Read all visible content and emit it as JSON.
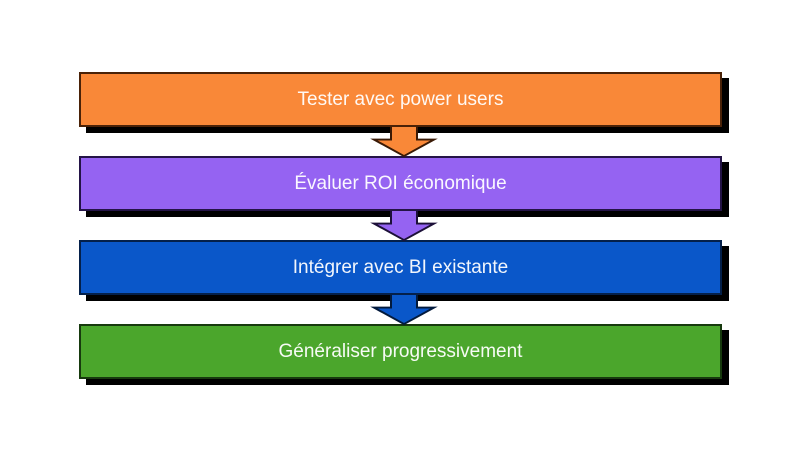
{
  "diagram": {
    "type": "vertical-process-flow",
    "background_color": "#FFFFFF",
    "shadow_color": "#000000",
    "text_color": "#FFFFFF",
    "steps": [
      {
        "label": "Tester avec power users",
        "fill": "#F98838",
        "border": "#4A2208",
        "arrow_stroke": "#3A1A06"
      },
      {
        "label": "Évaluer ROI économique",
        "fill": "#9563F2",
        "border": "#241447",
        "arrow_stroke": "#1C1038"
      },
      {
        "label": "Intégrer avec BI existante",
        "fill": "#0A57C9",
        "border": "#04204A",
        "arrow_stroke": "#031A3C"
      },
      {
        "label": "Généraliser progressivement",
        "fill": "#4BA62C",
        "border": "#173A0E",
        "arrow_stroke": "#12300B"
      }
    ]
  }
}
